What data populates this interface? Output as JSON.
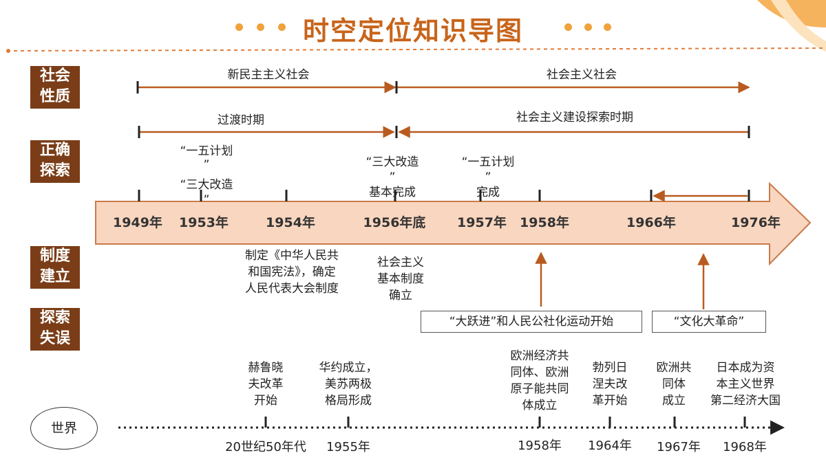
{
  "title": "时空定位知识导图",
  "categories": {
    "society": "社会\n性质",
    "exploration": "正确\n探索",
    "system": "制度\n建立",
    "mistakes": "探索\n失误",
    "world": "世界"
  },
  "periods": {
    "new_democracy": "新民主主义社会",
    "socialism": "社会主义社会",
    "transition": "过渡时期",
    "construction": "社会主义建设探索时期"
  },
  "exploration_labels": {
    "five_year_plan_1953": "“一五计划\n”",
    "three_reforms_1953": "“三大改造\n”",
    "three_reforms_done": "“三大改造\n”\n基本完成",
    "five_year_done": "“一五计划\n”\n完成"
  },
  "years": {
    "y1949": "1949年",
    "y1953": "1953年",
    "y1954": "1954年",
    "y1956": "1956年底",
    "y1957": "1957年",
    "y1958": "1958年",
    "y1966": "1966年",
    "y1976": "1976年"
  },
  "system_labels": {
    "constitution": "制定《中华人民共\n和国宪法》，确定\n人民代表大会制度",
    "socialist_system": "社会主义\n基本制度\n确立"
  },
  "mistakes": {
    "great_leap": "“大跃进”和人民公社化运动开始",
    "cultural_revolution": "“文化大革命”"
  },
  "world_events": [
    {
      "text": "赫鲁晓\n夫改革\n开始",
      "year": "20世纪50年代"
    },
    {
      "text": "华约成立，\n美苏两极\n格局形成",
      "year": "1955年"
    },
    {
      "text": "欧洲经济共\n同体、欧洲\n原子能共同\n体成立",
      "year": "1958年"
    },
    {
      "text": "勃列日\n涅夫改\n革开始",
      "year": "1964年"
    },
    {
      "text": "欧洲共\n同体\n成立",
      "year": "1967年"
    },
    {
      "text": "日本成为资\n本主义世界\n第二经济大国",
      "year": "1968年"
    }
  ],
  "colors": {
    "accent": "#c8641a",
    "category_bg": "#7a3d17",
    "arrow_fill": "#f9d6bf",
    "line": "#b95b20"
  }
}
